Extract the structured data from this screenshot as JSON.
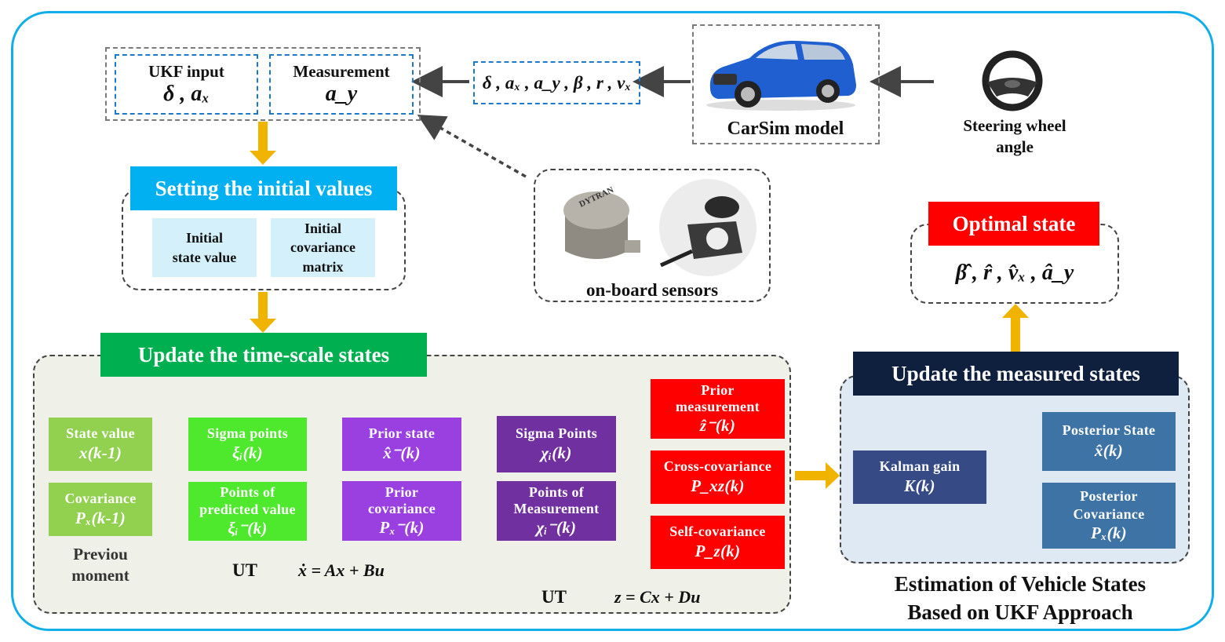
{
  "diagram": {
    "title_lines": [
      "Estimation of Vehicle States",
      "Based on UKF Approach"
    ],
    "top_row": {
      "ukf_input": {
        "label": "UKF input",
        "math": "δ , aₓ"
      },
      "measurement": {
        "label": "Measurement",
        "math": "a_y"
      },
      "signals": "δ , aₓ , a_y , β , r , vₓ",
      "carsim": {
        "label": "CarSim model",
        "icon": "car-icon"
      },
      "steering": {
        "label_line1": "Steering wheel",
        "label_line2": "angle",
        "icon": "steering-wheel-icon"
      }
    },
    "initial_values": {
      "banner": "Setting the initial values",
      "items": [
        {
          "line1": "Initial",
          "line2": "state value"
        },
        {
          "line1": "Initial",
          "line2": "covariance",
          "line3": "matrix"
        }
      ]
    },
    "sensors": {
      "label": "on-board sensors",
      "icons": [
        "accelerometer-icon",
        "gyro-sensor-icon"
      ]
    },
    "optimal_state": {
      "banner": "Optimal state",
      "math": "β̂ , r̂ , v̂ₓ , â_y"
    },
    "time_update": {
      "banner": "Update the time-scale states",
      "previous_moment": {
        "line1": "Previou",
        "line2": "moment"
      },
      "col1": [
        {
          "label": "State value",
          "math": "x(k-1)"
        },
        {
          "label": "Covariance",
          "math": "Pₓ(k-1)"
        }
      ],
      "col2": [
        {
          "label": "Sigma points",
          "math": "ξᵢ(k)"
        },
        {
          "label": "Points of",
          "label2": "predicted value",
          "math": "ξᵢ⁻(k)"
        }
      ],
      "col3": [
        {
          "label": "Prior state",
          "math": "x̂⁻(k)"
        },
        {
          "label": "Prior",
          "label2": "covariance",
          "math": "Pₓ⁻(k)"
        }
      ],
      "col4": [
        {
          "label": "Sigma Points",
          "math": "χᵢ(k)"
        },
        {
          "label": "Points of",
          "label2": "Measurement",
          "math": "χᵢ⁻(k)"
        }
      ],
      "col5": [
        {
          "label": "Prior",
          "label2": "measurement",
          "math": "ẑ⁻(k)"
        },
        {
          "label": "Cross-covariance",
          "math": "P_xz(k)"
        },
        {
          "label": "Self-covariance",
          "math": "P_z(k)"
        }
      ],
      "ut1": {
        "label": "UT",
        "equation": "ẋ = Ax + Bu"
      },
      "ut2": {
        "label": "UT",
        "equation": "z = Cx + Du"
      }
    },
    "measurement_update": {
      "banner": "Update the measured states",
      "kalman": {
        "label": "Kalman gain",
        "math": "K(k)"
      },
      "posterior_state": {
        "label": "Posterior State",
        "math": "x̂(k)"
      },
      "posterior_cov": {
        "label": "Posterior",
        "label2": "Covariance",
        "math": "Pₓ(k)"
      }
    },
    "colors": {
      "frame": "#12aeea",
      "arrow_orange": "#f0b400",
      "arrow_dark": "#444444",
      "bracket_red": "#ff0000",
      "banner_cyan": "#00b0f0",
      "banner_green": "#00b050",
      "banner_red": "#ff0000",
      "banner_navy": "#0f203e"
    }
  }
}
